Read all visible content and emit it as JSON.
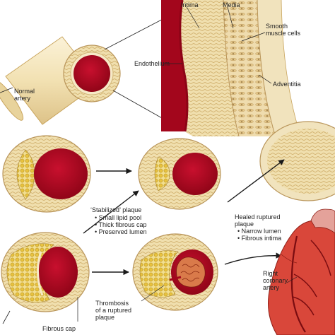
{
  "labels": {
    "intima": "Intima",
    "media": "Media",
    "smooth_muscle": "Smooth\nmuscle cells",
    "endothelium": "Endothelium",
    "adventitia": "Adventitia",
    "normal_artery": "Normal\nartery",
    "stabilized_title": "‘Stabilized’ plaque",
    "stabilized_items": [
      "Small lipid pool",
      "Thick fibrous cap",
      "Preserved lumen"
    ],
    "healed_title": "Healed ruptured\nplaque",
    "healed_items": [
      "Narrow lumen",
      "Fibrous intima"
    ],
    "right_coronary": "Right\ncoronary\nartery",
    "thrombosis": "Thrombosis\nof a ruptured\nplaque",
    "fibrous_cap": "Fibrous cap"
  },
  "colors": {
    "lumen": "#a3061c",
    "wall": "#f0dfae",
    "wall_dark": "#c9a55e",
    "lipid": "#e8c94a",
    "heart": "#d9473a",
    "arrow": "#1a1a1a"
  }
}
